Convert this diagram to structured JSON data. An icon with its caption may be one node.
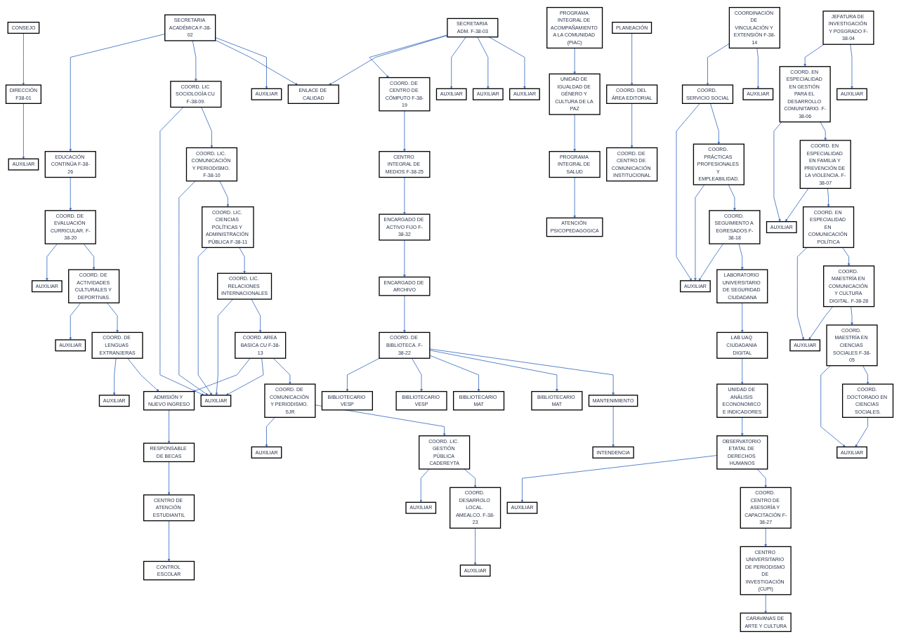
{
  "diagram": {
    "nodes": [
      {
        "text": [
          "CONSEJO"
        ]
      },
      {
        "text": [
          "DIRECCIÓN",
          "F38-01"
        ]
      },
      {
        "text": [
          "AUXILIAR"
        ]
      },
      {
        "text": [
          "SECRETARIA ACADÉMICA F-38-02"
        ]
      },
      {
        "text": [
          "AUXILIAR"
        ]
      },
      {
        "text": [
          "ENLACE DE CALIDAD"
        ]
      },
      {
        "text": [
          "COORD. LIC SOCIOLOGÍA CU F-38-09."
        ]
      },
      {
        "text": [
          "COORD. LIC. COMUNICACIÓN Y PERIODISMO. F-38-10"
        ]
      },
      {
        "text": [
          "COORD. LIC. CIENCIAS POLÍTICAS Y ADMINISTRACIÓN PÚBLICA F-38-11"
        ]
      },
      {
        "text": [
          "AUXILIAR"
        ]
      },
      {
        "text": [
          "COORD. LIC. RELACIONES INTERNACIONALES"
        ]
      },
      {
        "text": [
          "COORD. AREA BASICA CU F-38-13"
        ]
      },
      {
        "text": [
          "COORD. DE COMUNICACIÓN Y PERIODISMO. SJR"
        ]
      },
      {
        "text": [
          "AUXILIAR"
        ]
      },
      {
        "text": [
          "COORD. LIC. GESTIÓN PÚBLICA CADEREYTA"
        ]
      },
      {
        "text": [
          "AUXILIAR"
        ]
      },
      {
        "text": [
          "COORD. DESARROLO LOCAL. AMEALCO. F-38-23"
        ]
      },
      {
        "text": [
          "AUXILIAR"
        ]
      },
      {
        "text": [
          "EDUCACIÓN CONTINÚA F-38-26"
        ]
      },
      {
        "text": [
          "COORD. DE EVALUACIÓN CURRICULAR. F-38-20"
        ]
      },
      {
        "text": [
          "AUXILIAR"
        ]
      },
      {
        "text": [
          "COORD. DE ACTIVIDADES CULTURALES Y DEPORTIVAS."
        ]
      },
      {
        "text": [
          "AUXILIAR"
        ]
      },
      {
        "text": [
          "COORD. DE LENGUAS EXTRANJERAS"
        ]
      },
      {
        "text": [
          "AUXILIAR"
        ]
      },
      {
        "text": [
          "ADMISIÓN Y NUEVO INGRESO"
        ]
      },
      {
        "text": [
          "RESPONSABLE DE BECAS"
        ]
      },
      {
        "text": [
          "CENTRO DE ATENCIÓN ESTUDIANTIL"
        ]
      },
      {
        "text": [
          "CONTROL ESCOLAR"
        ]
      },
      {
        "text": [
          "SECRETARIA ADM. F-38-03"
        ]
      },
      {
        "text": [
          "AUXILIAR"
        ]
      },
      {
        "text": [
          "AUXILIAR"
        ]
      },
      {
        "text": [
          "AUXILIAR"
        ]
      },
      {
        "text": [
          "COORD. DE CENTRO DE CÓMPUTO F-38-19"
        ]
      },
      {
        "text": [
          "CENTRO INTEGRAL DE MEDIOS F-38-25"
        ]
      },
      {
        "text": [
          "ENCARGADO DE ACTIVO FIJO F-38-32"
        ]
      },
      {
        "text": [
          "ENCARGADO DE ARCHIVO"
        ]
      },
      {
        "text": [
          "COORD. DE BIBLIOTECA. F-38-22"
        ]
      },
      {
        "text": [
          "BIBLIOTECARIO MAT"
        ]
      },
      {
        "text": [
          "BIBLIOTECARIO MAT"
        ]
      },
      {
        "text": [
          "BIBLIOTECARIO VESP"
        ]
      },
      {
        "text": [
          "BIBLIOTECARIO VESP"
        ]
      },
      {
        "text": [
          "MANTENIMIENTO"
        ]
      },
      {
        "text": [
          "INTENDENCIA"
        ]
      },
      {
        "text": [
          "PLANEACIÓN"
        ]
      },
      {
        "text": [
          "COORD. DEL ÁREA EDITORIAL"
        ]
      },
      {
        "text": [
          "COORD. DE CENTRO DE COMUNICACIÓN INSTITUCIONAL"
        ]
      },
      {
        "text": [
          "PROGRAMA INTEGRAL DE ACOMPAÑAMIENTO A LA COMUNIDAD (PIAC)"
        ]
      },
      {
        "text": [
          "UNIDAD DE IGUALDAD DE GÉNERO Y CULTURA DE LA PAZ"
        ]
      },
      {
        "text": [
          "PROGRAMA INTEGRAL DE SALUD"
        ]
      },
      {
        "text": [
          "ATENCIÓN PSICOPEDAGOGICA"
        ]
      },
      {
        "text": [
          "JEFATURA DE INVESTIGACIÓN Y POSGRADO F-38-04"
        ]
      },
      {
        "text": [
          "AUXILIAR"
        ]
      },
      {
        "text": [
          "COORD. EN ESPECIALIDAD EN GESTIÓN PARA EL DESARROLLO COMUNITARIO. F-38-06"
        ]
      },
      {
        "text": [
          "AUXILIAR"
        ]
      },
      {
        "text": [
          "COORD. EN ESPECIALIDAD EN FAMILIA Y PREVENCIÓN DE LA VIOLENCIA. F-38-07"
        ]
      },
      {
        "text": [
          "COORD. EN ESPECIALIDAD EN COMUNICACIÓN POLÍTICA"
        ]
      },
      {
        "text": [
          "AUXILIAR"
        ]
      },
      {
        "text": [
          "COORD. MAESTRÍA EN COMUNICACIÓN Y CULTURA DIGITAL. F-38-28"
        ]
      },
      {
        "text": [
          "COORD. MAESTRÍA EN CIENCIAS SOCIALES F-38-05"
        ]
      },
      {
        "text": [
          "AUXILIAR"
        ]
      },
      {
        "text": [
          "COORD. DOCTORADO EN CIENCIAS SOCIALES."
        ]
      },
      {
        "text": [
          "COORDINACIÓN DE VINCULACIÓN Y EXTENSIÓN F-38-14"
        ]
      },
      {
        "text": [
          "AUXILIAR"
        ]
      },
      {
        "text": [
          "COORD. SERVICIO SOCIAL"
        ]
      },
      {
        "text": [
          "COORD. PRÁCTICAS PROFESIONALES Y EMPLEABILIDAD."
        ]
      },
      {
        "text": [
          "AUXILIAR"
        ]
      },
      {
        "text": [
          "COORD. SEGUIMIENTO A EGRESADOS F-38-18"
        ]
      },
      {
        "text": [
          "LABORATORIO UNIVERSITARIO DE SEGURIDAD CIUDADANA"
        ]
      },
      {
        "text": [
          "LAB UAQ CIUDADANIA DIGITAL"
        ]
      },
      {
        "text": [
          "UNIDAD DE ANÁLISIS ECONONOMICO E INDICADORES"
        ]
      },
      {
        "text": [
          "OBSERVATORIO ETATAL DE DERECHOS HUMANOS"
        ]
      },
      {
        "text": [
          "AUXILIAR"
        ]
      },
      {
        "text": [
          "COORD. CENTRO DE ASESORÍA Y CAPACITACIÓN F-38-27"
        ]
      },
      {
        "text": [
          "CENTRO UNIVERSITARIO DE PERIODISMO DE INVESTIGACIÓN (CUPI)"
        ]
      },
      {
        "text": [
          "CARAVANAS DE ARTE Y CULTURA"
        ]
      }
    ],
    "edges": [
      {
        "from": 0,
        "to": 1,
        "arrow": "to"
      },
      {
        "from": 1,
        "to": 2,
        "arrow": "to"
      },
      {
        "from": 3,
        "to": 4,
        "arrow": "to"
      },
      {
        "from": 3,
        "to": 5,
        "arrow": "to"
      },
      {
        "from": 3,
        "to": 6,
        "arrow": "to"
      },
      {
        "from": 3,
        "to": 18,
        "arrow": "to"
      },
      {
        "from": 6,
        "to": 7,
        "arrow": "to"
      },
      {
        "from": 7,
        "to": 8,
        "arrow": "to"
      },
      {
        "from": 8,
        "to": 10,
        "arrow": "to"
      },
      {
        "from": 10,
        "to": 11,
        "arrow": "to"
      },
      {
        "from": 11,
        "to": 12,
        "arrow": "to"
      },
      {
        "from": 12,
        "to": 14,
        "arrow": "to"
      },
      {
        "from": 14,
        "to": 16,
        "arrow": "to"
      },
      {
        "from": 6,
        "to": 9,
        "arrow": "to"
      },
      {
        "from": 7,
        "to": 9,
        "arrow": "to"
      },
      {
        "from": 8,
        "to": 9,
        "arrow": "to"
      },
      {
        "from": 10,
        "to": 9,
        "arrow": "to"
      },
      {
        "from": 11,
        "to": 9,
        "arrow": "to"
      },
      {
        "from": 11,
        "to": 25,
        "arrow": "to"
      },
      {
        "from": 12,
        "to": 13,
        "arrow": "to"
      },
      {
        "from": 14,
        "to": 15,
        "arrow": "to"
      },
      {
        "from": 16,
        "to": 17,
        "arrow": "to"
      },
      {
        "from": 18,
        "to": 19,
        "arrow": "to"
      },
      {
        "from": 19,
        "to": 21,
        "arrow": "to"
      },
      {
        "from": 21,
        "to": 23,
        "arrow": "to"
      },
      {
        "from": 23,
        "to": 25,
        "arrow": "to"
      },
      {
        "from": 25,
        "to": 26,
        "arrow": "to"
      },
      {
        "from": 26,
        "to": 27,
        "arrow": "to"
      },
      {
        "from": 27,
        "to": 28,
        "arrow": "to"
      },
      {
        "from": 19,
        "to": 20,
        "arrow": "to"
      },
      {
        "from": 21,
        "to": 22,
        "arrow": "to"
      },
      {
        "from": 23,
        "to": 24,
        "arrow": "to"
      },
      {
        "from": 29,
        "to": 30,
        "arrow": "to"
      },
      {
        "from": 29,
        "to": 31,
        "arrow": "to"
      },
      {
        "from": 29,
        "to": 32,
        "arrow": "to"
      },
      {
        "from": 29,
        "to": 5,
        "arrow": "to"
      },
      {
        "from": 29,
        "to": 33,
        "arrow": "to"
      },
      {
        "from": 33,
        "to": 34,
        "arrow": "to"
      },
      {
        "from": 34,
        "to": 35,
        "arrow": "to"
      },
      {
        "from": 35,
        "to": 36,
        "arrow": "to"
      },
      {
        "from": 36,
        "to": 37,
        "arrow": "to"
      },
      {
        "from": 37,
        "to": 42,
        "arrow": "to"
      },
      {
        "from": 42,
        "to": 43,
        "arrow": "to"
      },
      {
        "from": 37,
        "to": 38,
        "arrow": "to"
      },
      {
        "from": 37,
        "to": 39,
        "arrow": "to"
      },
      {
        "from": 37,
        "to": 40,
        "arrow": "to"
      },
      {
        "from": 37,
        "to": 41,
        "arrow": "to"
      },
      {
        "from": 44,
        "to": 45,
        "arrow": "to"
      },
      {
        "from": 45,
        "to": 46,
        "arrow": "to"
      },
      {
        "from": 47,
        "to": 48,
        "arrow": "to"
      },
      {
        "from": 48,
        "to": 49,
        "arrow": "to"
      },
      {
        "from": 49,
        "to": 50,
        "arrow": "to"
      },
      {
        "from": 51,
        "to": 52,
        "arrow": "to"
      },
      {
        "from": 51,
        "to": 53,
        "arrow": "to"
      },
      {
        "from": 53,
        "to": 55,
        "arrow": "to"
      },
      {
        "from": 55,
        "to": 56,
        "arrow": "to"
      },
      {
        "from": 56,
        "to": 58,
        "arrow": "to"
      },
      {
        "from": 58,
        "to": 59,
        "arrow": "to"
      },
      {
        "from": 59,
        "to": 61,
        "arrow": "to"
      },
      {
        "from": 53,
        "to": 54,
        "arrow": "to"
      },
      {
        "from": 55,
        "to": 54,
        "arrow": "to"
      },
      {
        "from": 56,
        "to": 57,
        "arrow": "to"
      },
      {
        "from": 58,
        "to": 57,
        "arrow": "to"
      },
      {
        "from": 59,
        "to": 60,
        "arrow": "to"
      },
      {
        "from": 61,
        "to": 60,
        "arrow": "to"
      },
      {
        "from": 62,
        "to": 63,
        "arrow": "to"
      },
      {
        "from": 62,
        "to": 64,
        "arrow": "to"
      },
      {
        "from": 64,
        "to": 65,
        "arrow": "to"
      },
      {
        "from": 65,
        "to": 67,
        "arrow": "to"
      },
      {
        "from": 67,
        "to": 68,
        "arrow": "to"
      },
      {
        "from": 68,
        "to": 69,
        "arrow": "to"
      },
      {
        "from": 69,
        "to": 70,
        "arrow": "to"
      },
      {
        "from": 70,
        "to": 71,
        "arrow": "to"
      },
      {
        "from": 71,
        "to": 73,
        "arrow": "to"
      },
      {
        "from": 73,
        "to": 74,
        "arrow": "to"
      },
      {
        "from": 74,
        "to": 75,
        "arrow": "to"
      },
      {
        "from": 64,
        "to": 66,
        "arrow": "to"
      },
      {
        "from": 65,
        "to": 66,
        "arrow": "to"
      },
      {
        "from": 67,
        "to": 66,
        "arrow": "to"
      },
      {
        "from": 71,
        "to": 72,
        "arrow": "to"
      }
    ]
  }
}
